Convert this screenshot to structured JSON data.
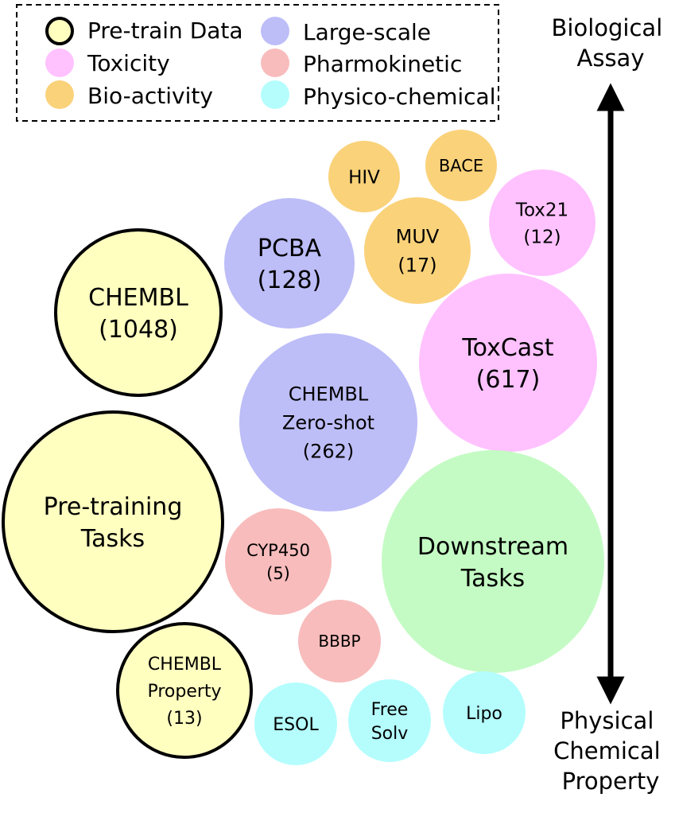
{
  "legend": {
    "items": [
      {
        "key": "pretrain",
        "label": "Pre-train Data",
        "color": "#FFFFC0",
        "outlined": true
      },
      {
        "key": "large",
        "label": "Large-scale",
        "color": "#BDBDF8",
        "outlined": false
      },
      {
        "key": "tox",
        "label": "Toxicity",
        "color": "#FFC2FF",
        "outlined": false
      },
      {
        "key": "pk",
        "label": "Pharmokinetic",
        "color": "#F8BCBC",
        "outlined": false
      },
      {
        "key": "bio",
        "label": "Bio-activity",
        "color": "#FAD27A",
        "outlined": false
      },
      {
        "key": "phys",
        "label": "Physico-chemical",
        "color": "#B5FDFD",
        "outlined": false
      }
    ]
  },
  "axis": {
    "top_label": [
      "Biological",
      "Assay"
    ],
    "bottom_label": [
      "Physical",
      "Chemical",
      "Property"
    ]
  },
  "downstream_color": "#C4FBC4",
  "bubbles": [
    {
      "id": "hiv",
      "category": "bio",
      "lines": [
        "HIV"
      ]
    },
    {
      "id": "bace",
      "category": "bio",
      "lines": [
        "BACE"
      ]
    },
    {
      "id": "tox21",
      "category": "tox",
      "lines": [
        "Tox21",
        "(12)"
      ]
    },
    {
      "id": "pcba",
      "category": "large",
      "lines": [
        "PCBA",
        "(128)"
      ]
    },
    {
      "id": "muv",
      "category": "bio",
      "lines": [
        "MUV",
        "(17)"
      ]
    },
    {
      "id": "chembl",
      "category": "pretrain",
      "lines": [
        "CHEMBL",
        "(1048)"
      ]
    },
    {
      "id": "toxcast",
      "category": "tox",
      "lines": [
        "ToxCast",
        "(617)"
      ]
    },
    {
      "id": "chembl-zero-shot",
      "category": "large",
      "lines": [
        "CHEMBL",
        "Zero-shot",
        "(262)"
      ]
    },
    {
      "id": "pretraining-tasks",
      "category": "pretrain",
      "lines": [
        "Pre-training",
        "Tasks"
      ]
    },
    {
      "id": "downstream-tasks",
      "category": "downstream",
      "lines": [
        "Downstream",
        "Tasks"
      ]
    },
    {
      "id": "cyp450",
      "category": "pk",
      "lines": [
        "CYP450",
        "(5)"
      ]
    },
    {
      "id": "bbbp",
      "category": "pk",
      "lines": [
        "BBBP"
      ]
    },
    {
      "id": "chembl-property",
      "category": "pretrain",
      "lines": [
        "CHEMBL",
        "Property",
        "(13)"
      ]
    },
    {
      "id": "esol",
      "category": "phys",
      "lines": [
        "ESOL"
      ]
    },
    {
      "id": "freesolv",
      "category": "phys",
      "lines": [
        "Free",
        "Solv"
      ]
    },
    {
      "id": "lipo",
      "category": "phys",
      "lines": [
        "Lipo"
      ]
    }
  ]
}
